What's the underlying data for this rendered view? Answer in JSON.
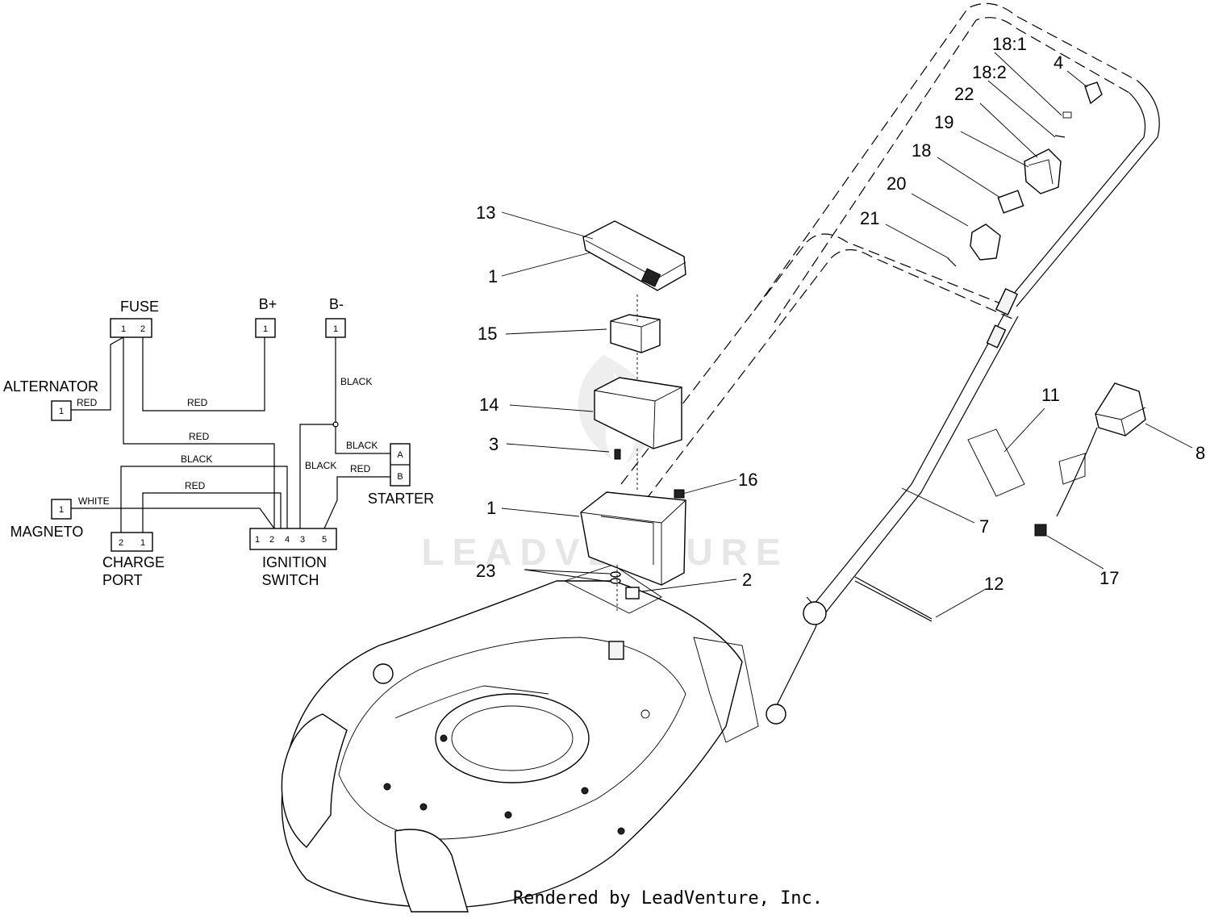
{
  "wiring": {
    "components": {
      "fuse": "FUSE",
      "b_plus": "B+",
      "b_minus": "B-",
      "alternator": "ALTERNATOR",
      "magneto": "MAGNETO",
      "charge_port_1": "CHARGE",
      "charge_port_2": "PORT",
      "ignition_switch_1": "IGNITION",
      "ignition_switch_2": "SWITCH",
      "starter": "STARTER"
    },
    "pins": {
      "fuse_1": "1",
      "fuse_2": "2",
      "bplus_1": "1",
      "bminus_1": "1",
      "alternator_1": "1",
      "magneto_1": "1",
      "charge_2": "2",
      "charge_1": "1",
      "ign_1": "1",
      "ign_2": "2",
      "ign_4": "4",
      "ign_3": "3",
      "ign_5": "5",
      "starter_a": "A",
      "starter_b": "B"
    },
    "wire_labels": {
      "alt_red": "RED",
      "fuse2_red": "RED",
      "fuse1_red": "RED",
      "charge_black": "BLACK",
      "charge_red": "RED",
      "magneto_white": "WHITE",
      "bminus_black": "BLACK",
      "starter_a_black": "BLACK",
      "ign3_black": "BLACK",
      "starter_b_red": "RED"
    }
  },
  "callouts": {
    "c13": "13",
    "c1_top": "1",
    "c15": "15",
    "c14": "14",
    "c3": "3",
    "c1_tray": "1",
    "c23": "23",
    "c2": "2",
    "c16": "16",
    "c18_1": "18:1",
    "c4": "4",
    "c18_2": "18:2",
    "c22": "22",
    "c19": "19",
    "c18": "18",
    "c20": "20",
    "c21": "21",
    "c11": "11",
    "c8": "8",
    "c7": "7",
    "c17": "17",
    "c12": "12"
  },
  "watermark": "LEADVENTURE",
  "footer": "Rendered by LeadVenture, Inc."
}
